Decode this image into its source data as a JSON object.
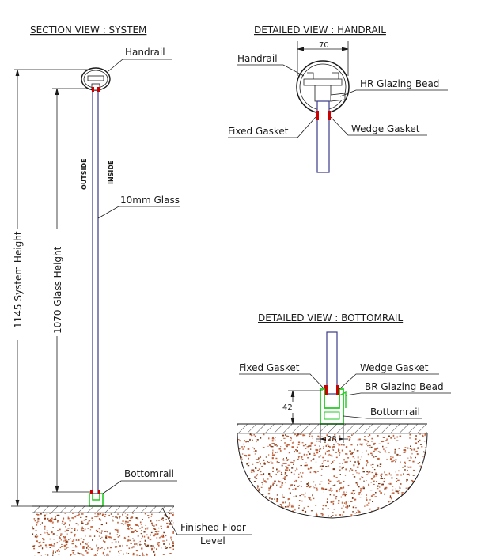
{
  "section_view": {
    "title": "SECTION VIEW : SYSTEM",
    "labels": {
      "handrail": "Handrail",
      "glass": "10mm Glass",
      "outside": "OUTSIDE",
      "inside": "INSIDE",
      "bottomrail": "Bottomrail",
      "floor_line1": "Finished Floor",
      "floor_line2": "Level"
    },
    "dimensions": {
      "system_height": "1145 System Height",
      "glass_height": "1070 Glass Height"
    }
  },
  "handrail_detail": {
    "title": "DETAILED VIEW : HANDRAIL",
    "width_dim": "70",
    "labels": {
      "handrail": "Handrail",
      "glazing_bead": "HR Glazing Bead",
      "fixed_gasket": "Fixed Gasket",
      "wedge_gasket": "Wedge Gasket"
    }
  },
  "bottomrail_detail": {
    "title": "DETAILED VIEW : BOTTOMRAIL",
    "height_dim": "42",
    "width_dim": "28",
    "labels": {
      "fixed_gasket": "Fixed Gasket",
      "wedge_gasket": "Wedge Gasket",
      "glazing_bead": "BR Glazing Bead",
      "bottomrail": "Bottomrail"
    }
  },
  "colors": {
    "line": "#1a1a1a",
    "glass": "#3a3a8a",
    "gasket": "#cc0000",
    "bottomrail": "#22cc22",
    "soil": "#c0603a"
  }
}
